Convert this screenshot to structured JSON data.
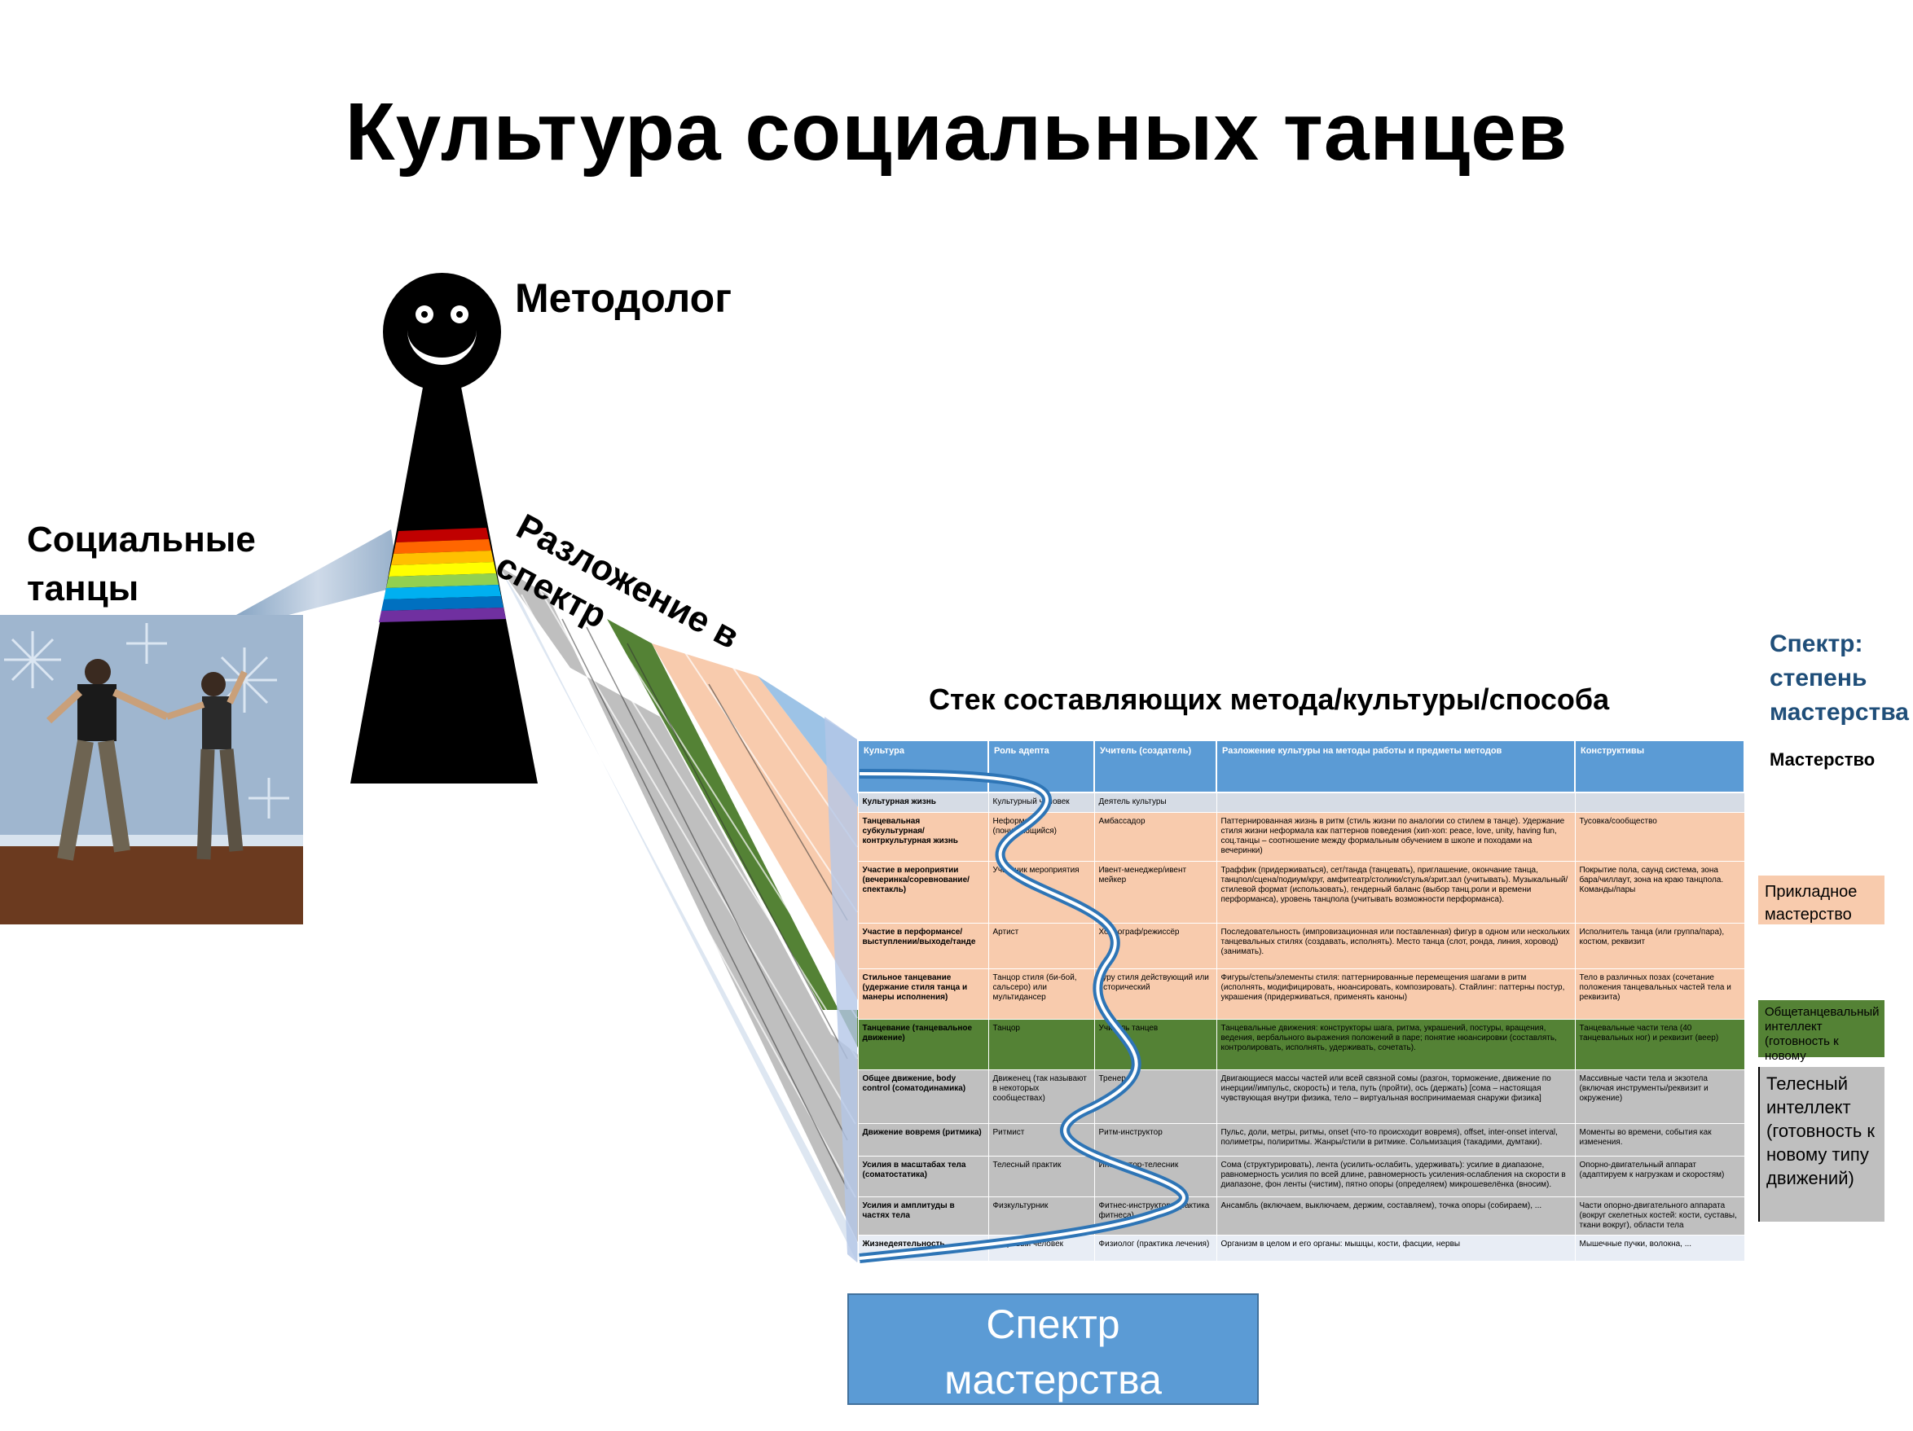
{
  "title": "Культура социальных танцев",
  "labels": {
    "methodologist": "Методолог",
    "social_dances_line1": "Социальные",
    "social_dances_line2": "танцы",
    "decomposition_line1": "Разложение в",
    "decomposition_line2": "спектр",
    "stack_title": "Стек составляющих метода/культуры/способа",
    "spectrum_line1": "Спектр:",
    "spectrum_line2": "степень",
    "spectrum_line3": "мастерства",
    "mastery": "Мастерство"
  },
  "legend": {
    "applied_line1": "Прикладное",
    "applied_line2": "мастерство",
    "general": "Общетанцевальный интеллект (готовность к новому танцевальному стилю)",
    "bodily": "Телесный интеллект (готовность к новому типу движений)"
  },
  "button_line1": "Спектр",
  "button_line2": "мастерства",
  "colors": {
    "header_blue": "#5b9bd5",
    "peach": "#f8cbad",
    "green": "#548235",
    "gray": "#bfbfbf",
    "rainbow": [
      "#c00000",
      "#ff6600",
      "#ffc000",
      "#ffff00",
      "#92d050",
      "#00b0f0",
      "#0070c0",
      "#7030a0"
    ]
  },
  "table": {
    "headers": [
      "Культура",
      "Роль адепта",
      "Учитель (создатель)",
      "Разложение культуры на методы работы и предметы методов",
      "Конструктивы"
    ],
    "rows": [
      {
        "c": [
          "Культурная жизнь",
          "Культурный человек",
          "Деятель культуры",
          "",
          ""
        ]
      },
      {
        "c": [
          "Танцевальная субкультурная/контркультурная жизнь",
          "Неформал (понимающийся)",
          "Амбассадор",
          "Паттернированная жизнь в ритм (стиль жизни по аналогии со стилем в танце). Удержание стиля жизни неформала как паттернов поведения (хип-хоп: peace, love, unity, having fun, соц.танцы – соотношение между формальным обучением в школе и походами на вечеринки)",
          "Тусовка/сообщество"
        ]
      },
      {
        "c": [
          "Участие в мероприятии (вечеринка/соревнование/спектакль)",
          "Участник мероприятия",
          "Ивент-менеджер/ивент мейкер",
          "Траффик (придерживаться), сет/танда (танцевать), приглашение, окончание танца, танцпол/сцена/подиум/круг, амфитеатр/столики/стулья/зрит.зал (учитывать). Музыкальный/стилевой формат (использовать), гендерный баланс (выбор танц.роли и времени перформанса), уровень танцпола (учитывать возможности перформанса).",
          "Покрытие пола, саунд система, зона бара/чиллаут, зона на краю танцпола. Команды/пары"
        ]
      },
      {
        "c": [
          "Участие в перформансе/выступлении/выходе/танде",
          "Артист",
          "Хореограф/режиссёр",
          "Последовательность (импровизационная или поставленная) фигур в одном или нескольких танцевальных стилях (создавать, исполнять). Место танца (слот, ронда, линия, хоровод) (занимать).",
          "Исполнитель танца (или группа/пара), костюм, реквизит"
        ]
      },
      {
        "c": [
          "Стильное танцевание (удержание стиля танца и манеры исполнения)",
          "Танцор стиля (би-бой, сальсеро) или мультидансер",
          "Гуру стиля действующий или исторический",
          "Фигуры/степы/элементы стиля: паттернированные перемещения шагами в ритм (исполнять, модифицировать, нюансировать, композировать). Стайлинг: паттерны постур, украшения (придерживаться, применять каноны)",
          "Тело в различных позах (сочетание положения танцевальных частей тела и реквизита)"
        ]
      },
      {
        "c": [
          "Танцевание (танцевальное движение)",
          "Танцор",
          "Учитель танцев",
          "Танцевальные движения: конструкторы шага, ритма, украшений, постуры, вращения, ведения, вербального выражения положений в паре; понятие нюансировки (составлять, контролировать, исполнять, удерживать, сочетать).",
          "Танцевальные части тела (40 танцевальных ног) и реквизит (веер)"
        ]
      },
      {
        "c": [
          "Общее движение, body control (соматодинамика)",
          "Движенец (так называют в некоторых сообществах)",
          "Тренер",
          "Двигающиеся массы частей или всей связной сомы (разгон, торможение, движение по инерции//импульс, скорость) и тела, путь (пройти), ось (держать) [сома – настоящая чувствующая внутри физика, тело – виртуальная воспринимаемая снаружи физика]",
          "Массивные части тела и экзотела (включая инструменты/реквизит и окружение)"
        ]
      },
      {
        "c": [
          "Движение вовремя (ритмика)",
          "Ритмист",
          "Ритм-инструктор",
          "Пульс, доли, метры, ритмы, onset (что-то происходит вовремя), offset, inter-onset interval, полиметры, полиритмы. Жанры/стили в ритмике. Сольмизация (такадими, думтаки).",
          "Моменты во времени, события как изменения."
        ]
      },
      {
        "c": [
          "Усилия в масштабах тела (соматостатика)",
          "Телесный практик",
          "Инструктор-телесник",
          "Сома (структурировать), лента (усилить-ослабить, удерживать): усилие в диапазоне, равномерность усилия по всей длине, равномерность усиления-ослабления на скорости в диапазоне, фон ленты (чистим), пятно опоры (определяем) микрошевелёнка (вносим).",
          "Опорно-двигательный аппарат (адаптируем к нагрузкам и скоростям)"
        ]
      },
      {
        "c": [
          "Усилия и амплитуды в частях тела",
          "Физкультурник",
          "Фитнес-инструктор (практика фитнеса)",
          "Ансамбль (включаем, выключаем, держим, составляем), точка опоры (собираем), ...",
          "Части опорно-двигательного аппарата (вокруг скелетных костей: кости, суставы, ткани вокруг), области тела"
        ]
      },
      {
        "c": [
          "Жизнедеятельность",
          "Здоровый человек",
          "Физиолог (практика лечения)",
          "Организм в целом и его органы: мышцы, кости, фасции, нервы",
          "Мышечные пучки, волокна, ..."
        ]
      }
    ]
  }
}
